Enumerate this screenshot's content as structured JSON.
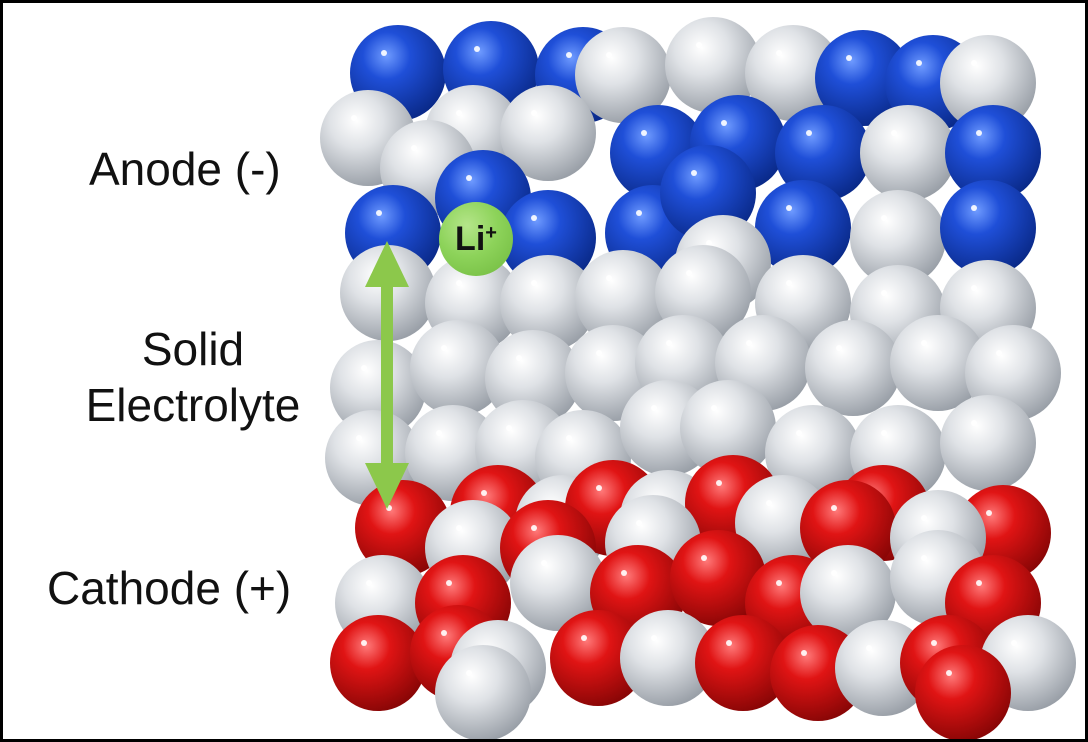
{
  "labels": {
    "anode": "Anode (-)",
    "electrolyte_line1": "Solid",
    "electrolyte_line2": "Electrolyte",
    "cathode": "Cathode (+)"
  },
  "ion": {
    "symbol": "Li",
    "charge": "+"
  },
  "colors": {
    "anode_sphere": "#1f4fd8",
    "electrolyte_sphere": "#dfe2e6",
    "cathode_sphere": "#e01414",
    "ion": "#8dd35a",
    "arrow": "#8cc84b"
  },
  "icons": {
    "arrow": "double-headed-arrow-icon"
  }
}
